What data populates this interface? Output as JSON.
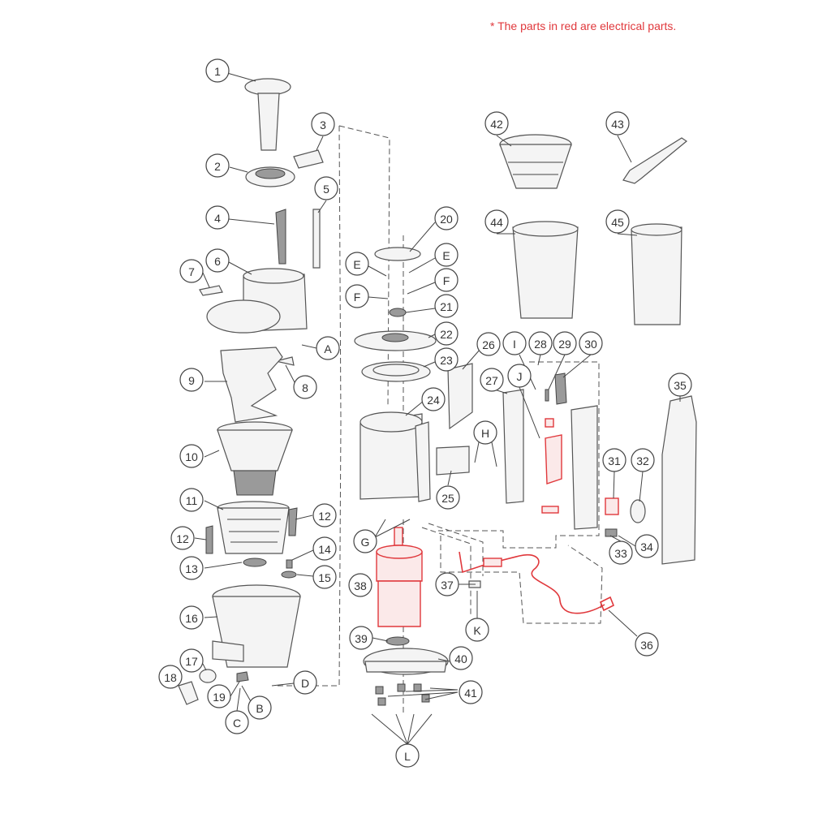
{
  "note": "* The parts in red are electrical parts.",
  "callouts": [
    "1",
    "2",
    "3",
    "4",
    "5",
    "6",
    "7",
    "A",
    "8",
    "9",
    "10",
    "11",
    "12",
    "12",
    "13",
    "14",
    "15",
    "16",
    "17",
    "18",
    "19",
    "B",
    "C",
    "D",
    "20",
    "E",
    "E",
    "F",
    "F",
    "21",
    "22",
    "23",
    "24",
    "25",
    "26",
    "27",
    "H",
    "I",
    "28",
    "29",
    "30",
    "J",
    "31",
    "32",
    "33",
    "34",
    "35",
    "36",
    "37",
    "K",
    "38",
    "G",
    "39",
    "40",
    "41",
    "L",
    "42",
    "43",
    "44",
    "45"
  ],
  "colors": {
    "electrical": "#e0383c",
    "line": "#444444"
  }
}
